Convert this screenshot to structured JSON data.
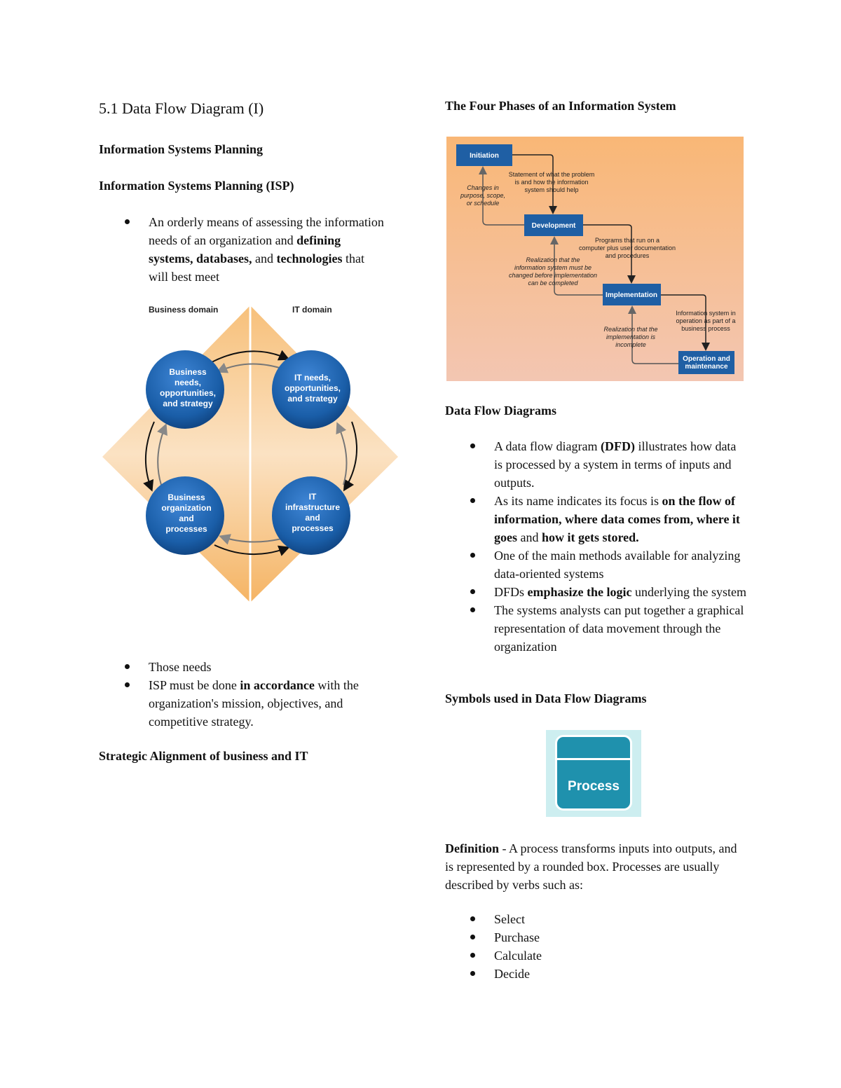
{
  "left": {
    "title": "5.1 Data Flow Diagram (I)",
    "h_planning": "Information Systems Planning",
    "h_isp": "Information Systems Planning (ISP)",
    "bullet1": {
      "a": "An orderly means of assessing the information needs of an organization and ",
      "b": "defining systems, databases,",
      "c": " and ",
      "d": "technologies",
      "e": " that will best meet"
    },
    "figure": {
      "business_domain": "Business domain",
      "it_domain": "IT domain",
      "circle_tl": [
        "Business",
        "needs,",
        "opportunities,",
        "and strategy"
      ],
      "circle_tr": [
        "IT needs,",
        "opportunities,",
        "and strategy"
      ],
      "circle_bl": [
        "Business",
        "organization",
        "and",
        "processes"
      ],
      "circle_br": [
        "IT",
        "infrastructure",
        "and",
        "processes"
      ]
    },
    "bullet2": "Those needs",
    "bullet3": {
      "a": "ISP must be done ",
      "b": "in accordance",
      "c": " with the organization's mission, objectives, and competitive strategy."
    },
    "h_alignment": "Strategic Alignment of business and IT"
  },
  "right": {
    "h_phases": "The Four Phases of an Information System",
    "phases_figure": {
      "initiation": "Initiation",
      "development": "Development",
      "implementation": "Implementation",
      "operation": [
        "Operation and",
        "maintenance"
      ],
      "statement": [
        "Statement of what the problem",
        "is and how the information",
        "system should help"
      ],
      "changes": [
        "Changes in",
        "purpose, scope,",
        "or schedule"
      ],
      "programs": [
        "Programs that run on a",
        "computer plus user documentation",
        "and procedures"
      ],
      "realization1": [
        "Realization that the",
        "information system must be",
        "changed before implementation",
        "can be completed"
      ],
      "in_operation": [
        "Information system in",
        "operation as part of a",
        "business process"
      ],
      "realization2": [
        "Realization that the",
        "implementation is",
        "incomplete"
      ]
    },
    "h_dfd": "Data Flow Diagrams",
    "dfd_bullets": {
      "b1": {
        "a": "A data flow diagram ",
        "b": "(DFD)",
        "c": " illustrates how data is processed by a system in terms of inputs and outputs."
      },
      "b2": {
        "a": "As its name indicates its focus is ",
        "b": "on the flow of information, where data comes from, where it goes",
        "c": " and ",
        "d": "how it gets stored."
      },
      "b3": "One of the main methods available for analyzing data-oriented systems",
      "b4": {
        "a": "DFDs ",
        "b": "emphasize the logic",
        "c": " underlying the system"
      },
      "b5": "The systems analysts can put together a graphical representation of data movement through the organization"
    },
    "h_symbols": "Symbols used in Data Flow Diagrams",
    "process_label": "Process",
    "definition": {
      "label": "Definition",
      "text": " - A process transforms inputs into outputs, and is represented by a rounded box. Processes are usually described by verbs such as:"
    },
    "verbs": [
      "Select",
      "Purchase",
      "Calculate",
      "Decide"
    ]
  },
  "colors": {
    "circle_blue": "#1a5ea8",
    "diamond_orange": "#f7c987",
    "phase_box": "#1f5fa4",
    "process_teal": "#1f91ad",
    "process_bg": "#cdeef0"
  }
}
